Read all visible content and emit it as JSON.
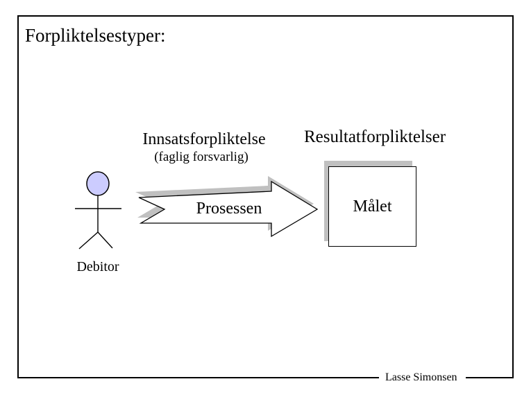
{
  "slide": {
    "title": "Forpliktelsestyper:",
    "footer": "Lasse Simonsen",
    "columns": {
      "effort": {
        "heading": "Innsatsforpliktelse",
        "subheading": "(faglig forsvarlig)",
        "arrow_label": "Prosessen"
      },
      "result": {
        "heading": "Resultatforpliktelser",
        "box_label": "Målet"
      }
    },
    "actor": {
      "label": "Debitor"
    },
    "colors": {
      "stick_figure_head_fill": "#ccccff",
      "shape_shadow": "#c0c0c0",
      "outline": "#000000",
      "background": "#ffffff"
    }
  }
}
